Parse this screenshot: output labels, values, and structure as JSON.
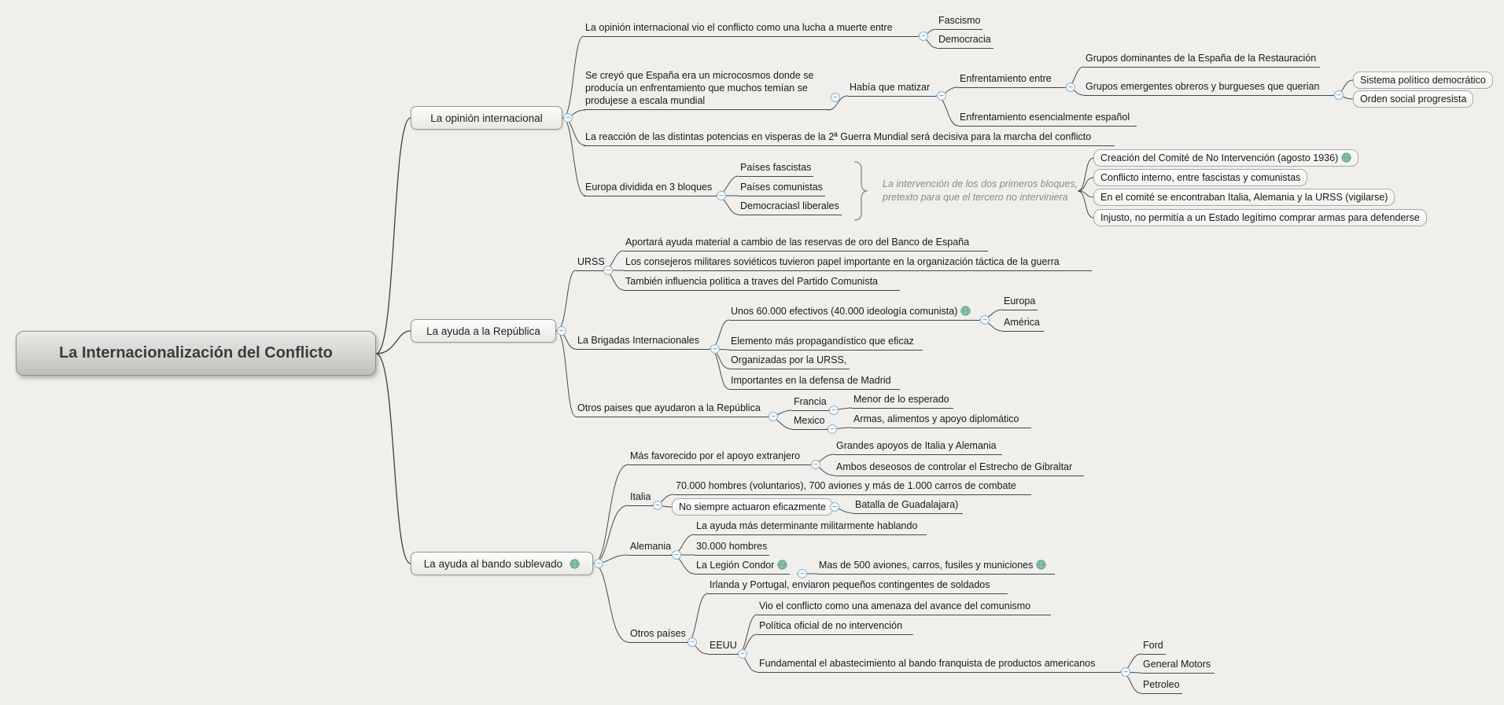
{
  "icons": {
    "collapse": "−",
    "globe": "globe"
  },
  "root": {
    "label": "La Internacionalización del Conflicto"
  },
  "opinion": {
    "label": "La opinión internacional",
    "lucha": {
      "label": "La opinión internacional vio el conflicto como una lucha a muerte entre",
      "fascismo": {
        "label": "Fascismo"
      },
      "democracia": {
        "label": "Democracia"
      }
    },
    "microcosmos": {
      "line1": "Se creyó que España era un microcosmos donde se",
      "line2": "producía un enfrentamiento que muchos temían se",
      "line3": "produjese a escala mundial",
      "matizar": {
        "label": "Había que matizar",
        "entre": {
          "label": "Enfrentamiento entre",
          "dominantes": {
            "label": "Grupos dominantes de la España de la Restauración"
          },
          "emergentes": {
            "label": "Grupos emergentes obreros y burgueses que querian",
            "sistema": {
              "label": "Sistema político democrático"
            },
            "orden": {
              "label": "Orden social progresista"
            }
          }
        },
        "espanol": {
          "label": "Enfrentamiento esencialmente español"
        }
      }
    },
    "reaccion": {
      "label": "La reacción de las distintas potencias en visperas de la 2ª Guerra Mundial será decisiva para la marcha del conflicto"
    },
    "bloques": {
      "label": "Europa dividida en 3 bloques",
      "fascistas": {
        "label": "Países fascistas"
      },
      "comunistas": {
        "label": "Países comunistas"
      },
      "liberales": {
        "label": "Democraciasl liberales"
      },
      "summary": {
        "line1": "La intervención de los dos primeros bloques,",
        "line2": "pretexto para que el tercero no interviniera",
        "comite": {
          "label": "Creación del Comité de No Intervención (agosto 1936)"
        },
        "interno": {
          "label": "Conflicto interno, entre fascistas y comunistas"
        },
        "vigilarse": {
          "label": "En el comité se encontraban Italia, Alemania y la URSS (vigilarse)"
        },
        "injusto": {
          "label": "Injusto, no permitía a un Estado legítimo comprar armas para defenderse"
        }
      }
    }
  },
  "republica": {
    "label": "La ayuda a la República",
    "urss": {
      "label": "URSS",
      "oro": {
        "label": "Aportará ayuda material a cambio de las reservas de oro del Banco de España"
      },
      "consejeros": {
        "label": "Los consejeros militares soviéticos tuvieron papel importante en la organización táctica de la guerra"
      },
      "influencia": {
        "label": "También influencia política a traves del Partido Comunista"
      }
    },
    "brigadas": {
      "label": "La Brigadas Internacionales",
      "efectivos": {
        "label": "Unos 60.000 efectivos (40.000 ideología comunista)",
        "europa": {
          "label": "Europa"
        },
        "america": {
          "label": "América"
        }
      },
      "propaganda": {
        "label": "Elemento más propagandístico que eficaz"
      },
      "organizadas": {
        "label": "Organizadas por la URSS,"
      },
      "madrid": {
        "label": "Importantes en la defensa de Madrid"
      }
    },
    "otros": {
      "label": "Otros paises que ayudaron a la República",
      "francia": {
        "label": "Francia",
        "menor": {
          "label": "Menor de lo esperado"
        }
      },
      "mexico": {
        "label": "Mexico",
        "armas": {
          "label": "Armas, alimentos y apoyo diplomático"
        }
      }
    }
  },
  "sublevado": {
    "label": "La ayuda al bando sublevado",
    "favorecido": {
      "label": "Más favorecido por el apoyo extranjero",
      "apoyos": {
        "label": "Grandes apoyos de Italia y Alemania"
      },
      "gibraltar": {
        "label": "Ambos deseosos de controlar el Estrecho de Gibraltar"
      }
    },
    "italia": {
      "label": "Italia",
      "hombres": {
        "label": "70.000 hombres (voluntarios), 700 aviones y más de 1.000 carros de combate"
      },
      "eficacia": {
        "label": "No siempre actuaron eficazmente",
        "guadalajara": {
          "label": "Batalla de Guadalajara)"
        }
      }
    },
    "alemania": {
      "label": "Alemania",
      "determinante": {
        "label": "La ayuda más determinante militarmente hablando"
      },
      "hombres": {
        "label": "30.000 hombres"
      },
      "condor": {
        "label": "La Legión Condor",
        "aviones": {
          "label": "Mas de 500 aviones, carros, fusiles y municiones"
        }
      }
    },
    "otros": {
      "label": "Otros países",
      "irlanda": {
        "label": "Irlanda y Portugal, enviaron pequeños contingentes de soldados"
      },
      "eeuu": {
        "label": "EEUU",
        "amenaza": {
          "label": "Vio el conflicto como una amenaza del avance del comunismo"
        },
        "politica": {
          "label": "Política oficial de no intervención"
        },
        "abastecimiento": {
          "label": "Fundamental el abastecimiento al bando franquista de productos americanos",
          "ford": {
            "label": "Ford"
          },
          "gm": {
            "label": "General Motors"
          },
          "petroleo": {
            "label": "Petroleo"
          }
        }
      }
    }
  }
}
